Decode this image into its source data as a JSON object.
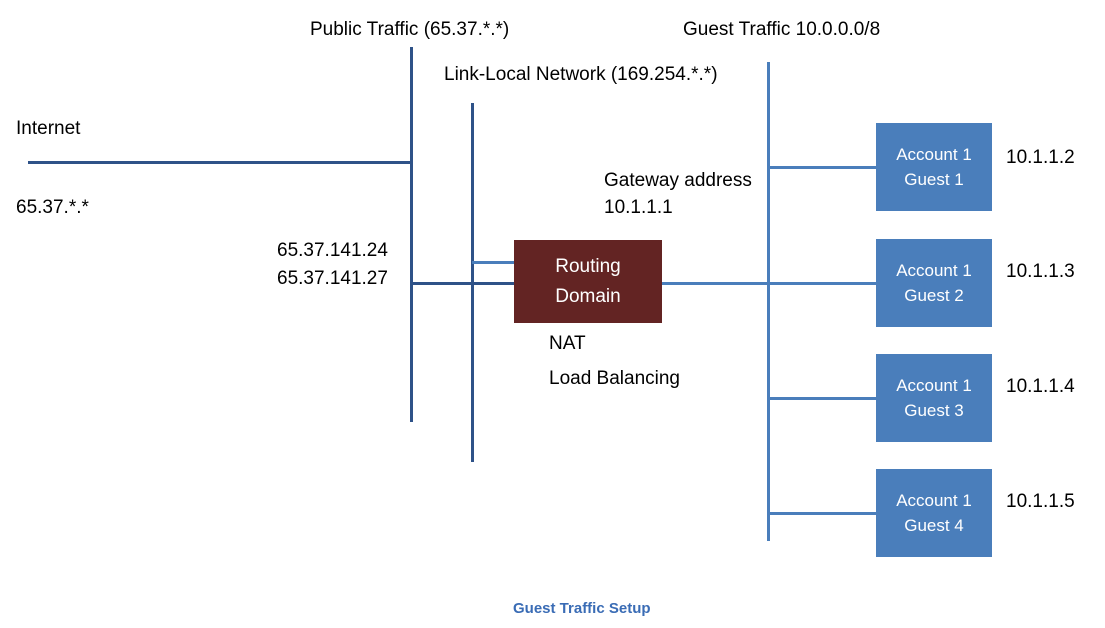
{
  "diagram": {
    "caption": "Guest Traffic Setup",
    "colors": {
      "line": "#4a7ebb",
      "trunk_line": "#2e5288",
      "guest_box_fill": "#4a7ebb",
      "routing_box_fill": "#632423",
      "caption_text": "#3a6cb5",
      "label_text": "#000000",
      "background": "#ffffff"
    },
    "labels": {
      "public_traffic": "Public Traffic (65.37.*.*)",
      "link_local": "Link-Local Network (169.254.*.*)",
      "guest_traffic": "Guest Traffic 10.0.0.0/8",
      "internet": "Internet",
      "internet_cidr": "65.37.*.*",
      "public_ip_1": "65.37.141.24",
      "public_ip_2": "65.37.141.27",
      "gateway_title": "Gateway address",
      "gateway_ip": "10.1.1.1",
      "nat": "NAT",
      "load_balancing": "Load Balancing"
    },
    "routing_domain": {
      "line1": "Routing",
      "line2": "Domain"
    },
    "guests": [
      {
        "line1": "Account 1",
        "line2": "Guest 1",
        "ip": "10.1.1.2"
      },
      {
        "line1": "Account 1",
        "line2": "Guest 2",
        "ip": "10.1.1.3"
      },
      {
        "line1": "Account 1",
        "line2": "Guest 3",
        "ip": "10.1.1.4"
      },
      {
        "line1": "Account 1",
        "line2": "Guest 4",
        "ip": "10.1.1.5"
      }
    ]
  }
}
